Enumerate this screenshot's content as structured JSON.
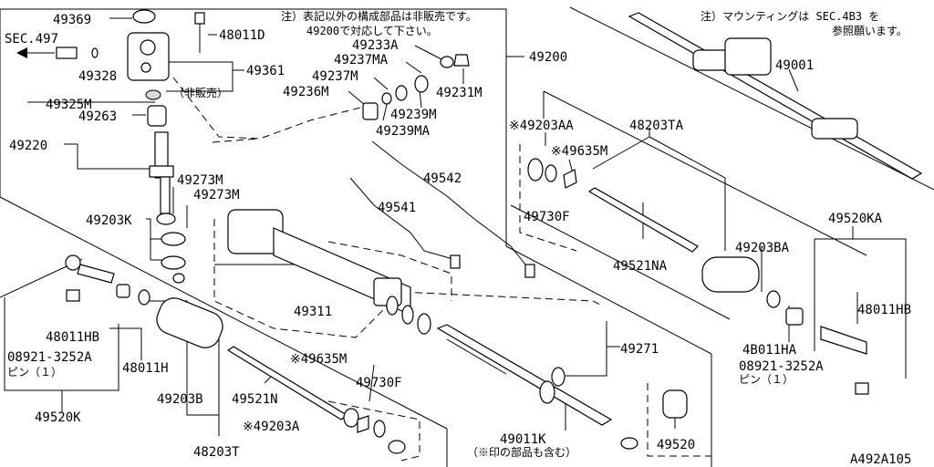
{
  "notes": {
    "note_left_line1": "注）表記以外の構成部品は非販売です。",
    "note_left_line2": "49200で対応して下さい。",
    "note_right_line1": "注）マウンティングは SEC.4B3 を",
    "note_right_line2": "参照願います。",
    "nonsale": "（非販売）",
    "marked_included": "（※印の部品も含む）",
    "pin_left": "ピン（１）",
    "pin_right": "ピン（１）"
  },
  "parts": {
    "p49369": "49369",
    "p48011D": "48011D",
    "sec497": "SEC.497",
    "p49328": "49328",
    "p49361": "49361",
    "p49325M": "49325M",
    "p49263": "49263",
    "p49220": "49220",
    "p49273M_a": "49273M",
    "p49273M_b": "49273M",
    "p49203K": "49203K",
    "p49233A": "49233A",
    "p49237MA": "49237MA",
    "p49237M": "49237M",
    "p49236M": "49236M",
    "p49231M": "49231M",
    "p49239M": "49239M",
    "p49239MA": "49239MA",
    "p49200": "49200",
    "p49542": "49542",
    "p49541": "49541",
    "p49311": "49311",
    "p49203AA": "※49203AA",
    "p48203TA": "48203TA",
    "p49635M_top": "※49635M",
    "p49730F_top": "49730F",
    "p49521NA": "49521NA",
    "p49203BA": "49203BA",
    "p49271": "49271",
    "p49001": "49001",
    "p49520KA": "49520KA",
    "p48011HB_right": "48011HB",
    "p48011HA": "4B011HA",
    "pin_no_right": "08921-3252A",
    "p48011HB_left": "48011HB",
    "pin_no_left": "08921-3252A",
    "p48011H": "48011H",
    "p49520K": "49520K",
    "p49203B": "49203B",
    "p49521N": "49521N",
    "p49635M_bot": "※49635M",
    "p49730F_bot": "49730F",
    "p49203A": "※49203A",
    "p48203T": "48203T",
    "p49011K": "49011K",
    "p49520": "49520",
    "diagram_code": "A492A105"
  }
}
